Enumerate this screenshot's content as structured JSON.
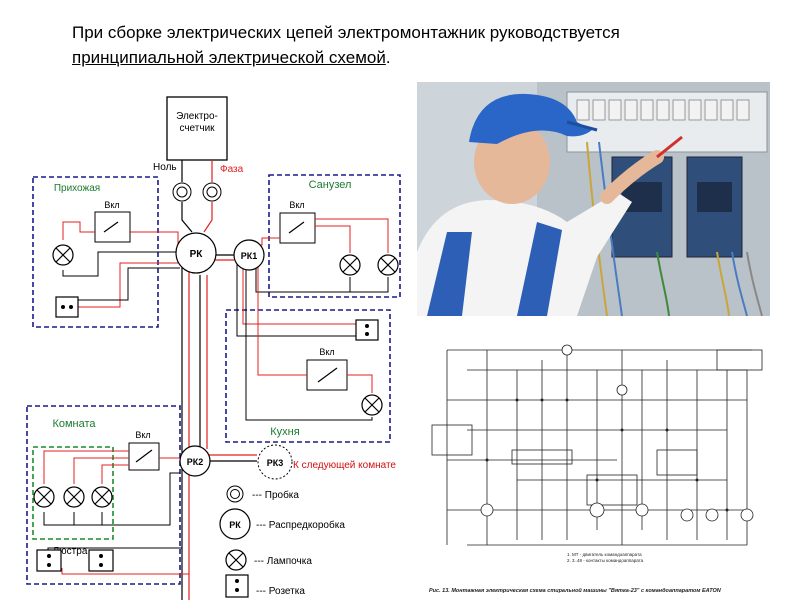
{
  "title": {
    "line1": "При сборке электрических цепей электромонтажник руководствуется",
    "line2": "принципиальной электрической схемой",
    "line2_end": "."
  },
  "scheme": {
    "meter_label_1": "Электро-",
    "meter_label_2": "счетчик",
    "neutral": "Ноль",
    "phase": "Фаза",
    "rooms": {
      "hall": "Прихожая",
      "bathroom": "Санузел",
      "kitchen": "Кухня",
      "room": "Комната",
      "chandelier": "Люстра"
    },
    "switch": "Вкл",
    "boxes": {
      "main": "РК",
      "rk1": "РК1",
      "rk2": "РК2",
      "rk3": "РК3"
    },
    "next_room": "К следующей комнате",
    "legend": {
      "fuse": "--- Пробка",
      "box_symbol": "РК",
      "box": "--- Распредкоробка",
      "lamp": "--- Лампочка",
      "socket": "--- Розетка"
    }
  },
  "schematic": {
    "notes": [
      "1. МТ - двигатель командоаппарата",
      "2. 3..48 - контакты командоаппарата"
    ],
    "caption": "Рис. 13. Монтажная электрическая схема стиральной машины \"Вятка-23\" с командоаппаратом EATON"
  },
  "colors": {
    "phase_wire": "#e02020",
    "neutral_wire": "#000000",
    "room_border": "#1a1a8c",
    "chandelier_border": "#1a8c2a",
    "room_label": "#1a7a30",
    "next_room_text": "#d01010"
  }
}
